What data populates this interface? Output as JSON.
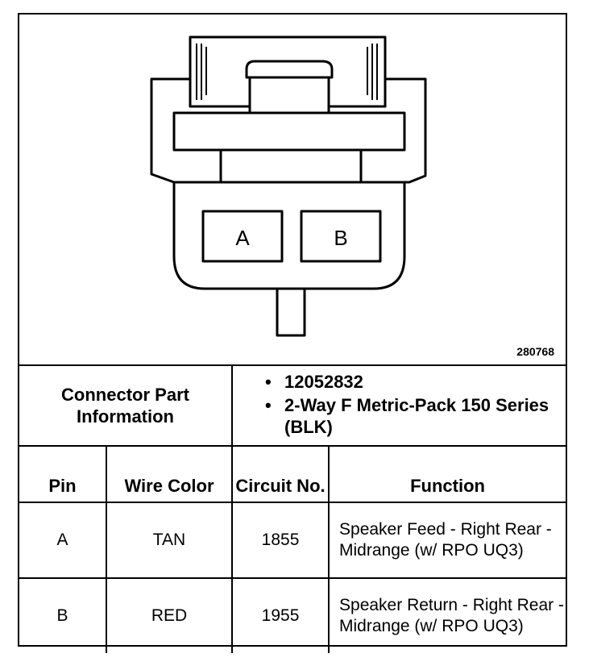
{
  "figure_id": "280768",
  "pins_drawn": [
    "A",
    "B"
  ],
  "connector_info": {
    "label": "Connector Part Information",
    "items": [
      "12052832",
      "2-Way F Metric-Pack 150 Series (BLK)"
    ]
  },
  "headers": {
    "pin": "Pin",
    "wire_color": "Wire Color",
    "circuit": "Circuit No.",
    "function": "Function"
  },
  "rows": [
    {
      "pin": "A",
      "wire_color": "TAN",
      "circuit": "1855",
      "function": "Speaker Feed - Right Rear - Midrange (w/ RPO UQ3)"
    },
    {
      "pin": "B",
      "wire_color": "RED",
      "circuit": "1955",
      "function": "Speaker Return - Right Rear - Midrange (w/ RPO UQ3)"
    }
  ]
}
